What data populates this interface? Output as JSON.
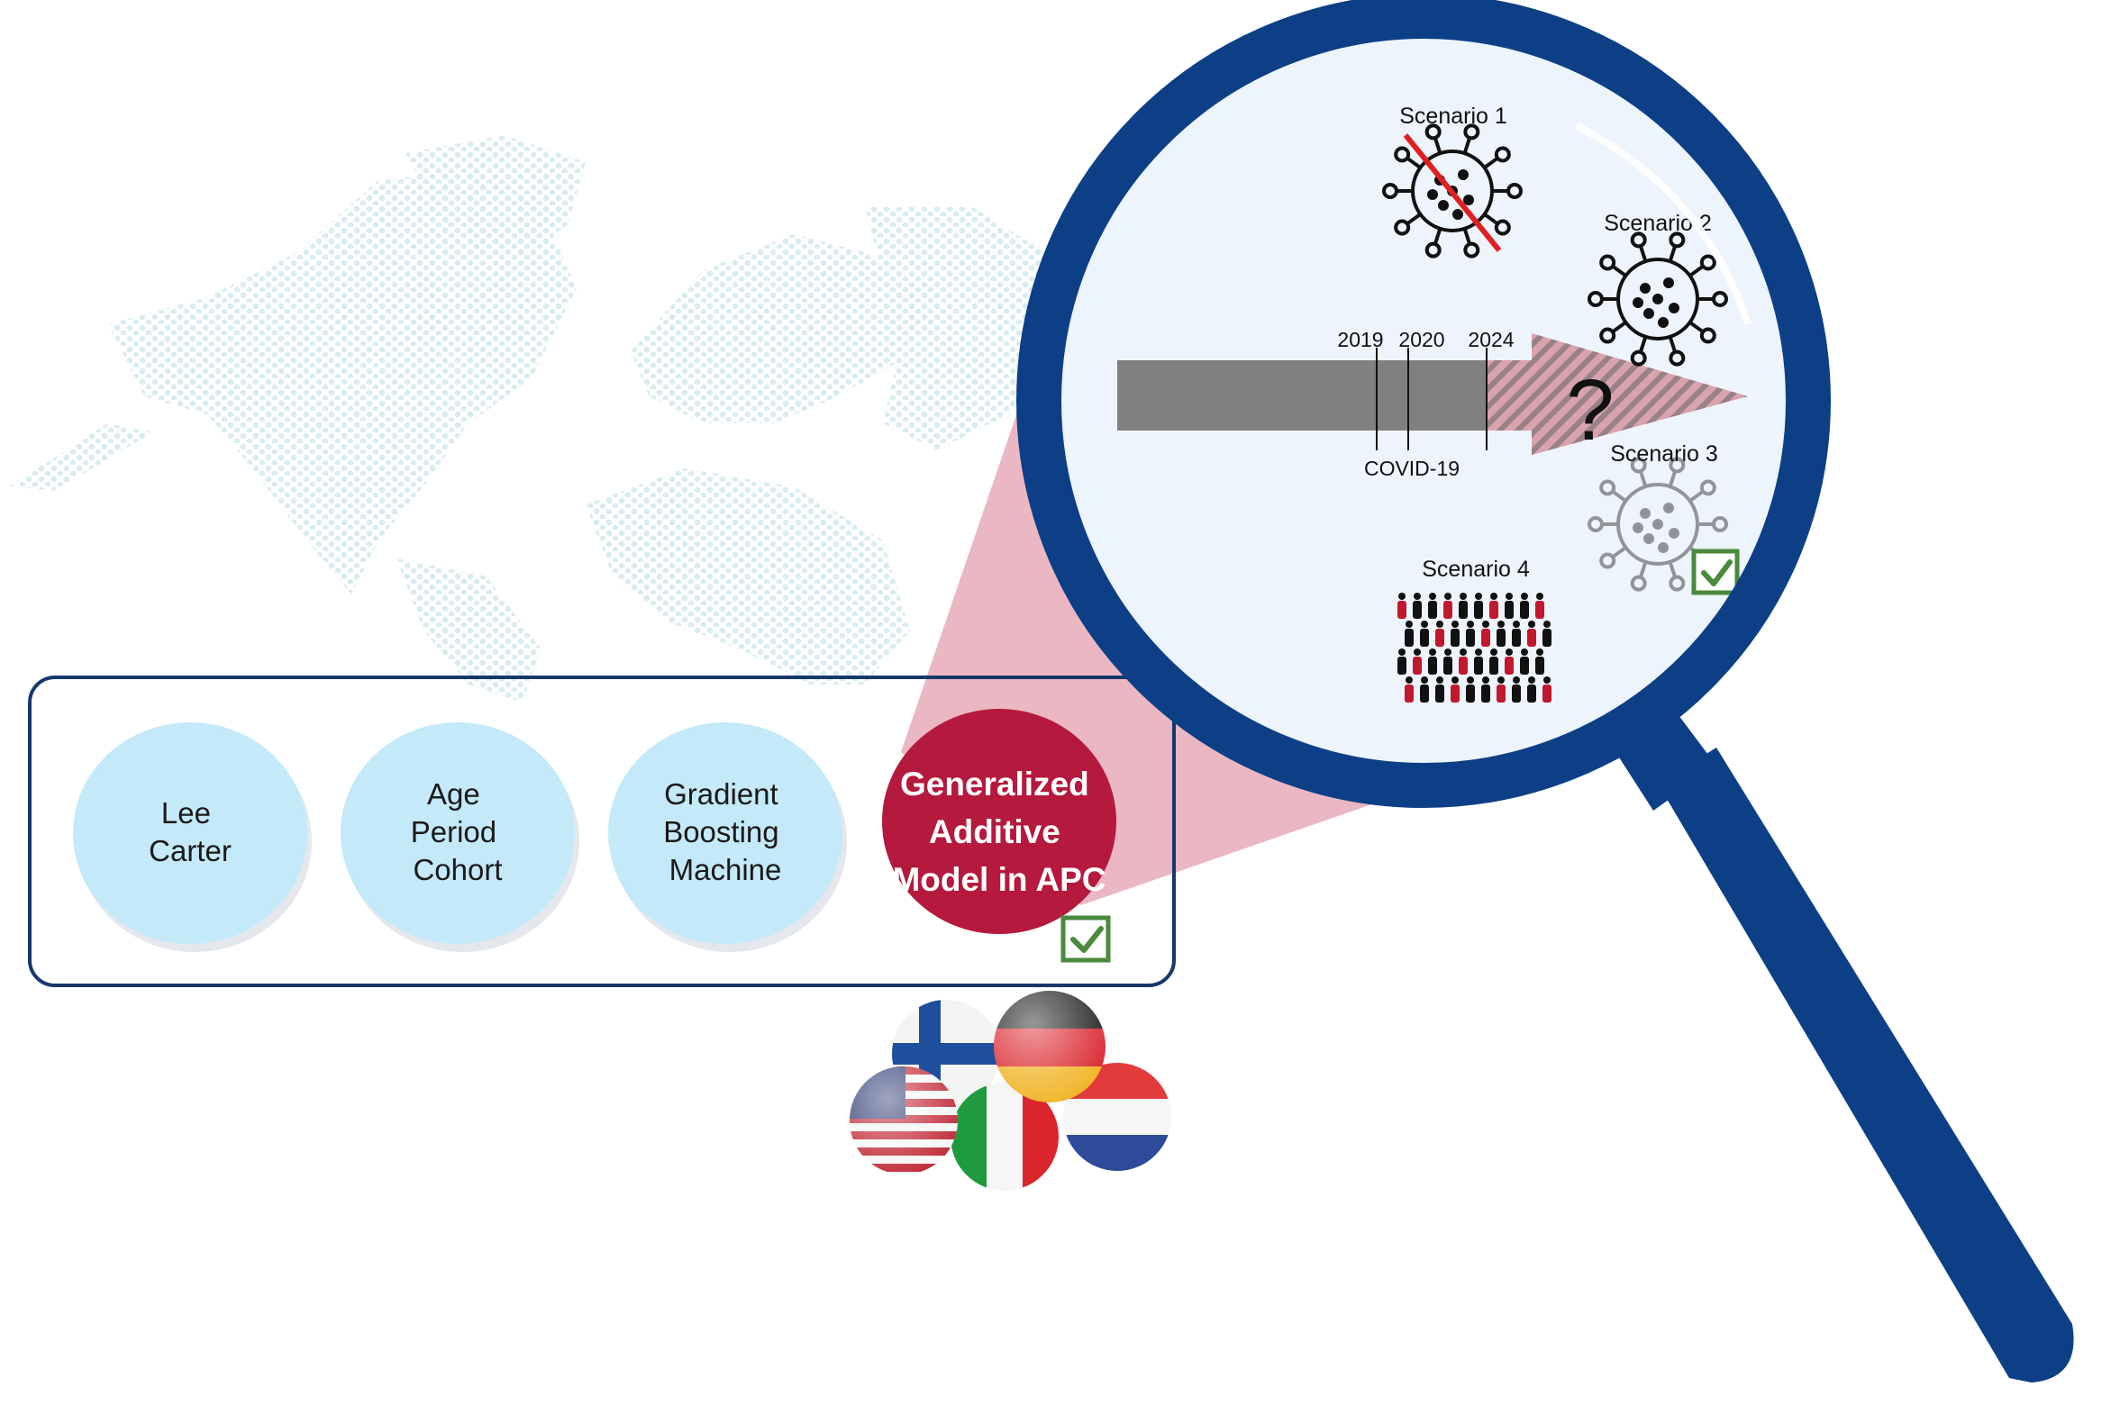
{
  "models": [
    {
      "lines": [
        "Lee",
        "Carter"
      ],
      "selected": false
    },
    {
      "lines": [
        "Age",
        "Period",
        "Cohort"
      ],
      "selected": false
    },
    {
      "lines": [
        "Gradient",
        "Boosting",
        "Machine"
      ],
      "selected": false
    },
    {
      "lines": [
        "Generalized",
        "Additive",
        "Model in APC"
      ],
      "selected": true
    }
  ],
  "timeline": {
    "years": [
      "2019",
      "2020",
      "2024"
    ],
    "event": "COVID-19",
    "unknown": "?"
  },
  "scenarios": [
    {
      "label": "Scenario 1",
      "state": "no-virus",
      "icon": "virus-crossed-icon"
    },
    {
      "label": "Scenario 2",
      "state": "virus",
      "icon": "virus-icon"
    },
    {
      "label": "Scenario 3",
      "state": "faded-virus",
      "icon": "virus-faded-icon",
      "selected": true
    },
    {
      "label": "Scenario 4",
      "state": "population",
      "icon": "crowd-icon"
    }
  ],
  "countries": [
    "Finland",
    "Germany",
    "United States",
    "Italy",
    "Netherlands"
  ],
  "colors": {
    "model_fill": "#c4e9f8",
    "selected_fill": "#b5193d",
    "lens_rim": "#0d3f86",
    "check": "#4a8a3c",
    "map_dots": "#d6ebee"
  }
}
